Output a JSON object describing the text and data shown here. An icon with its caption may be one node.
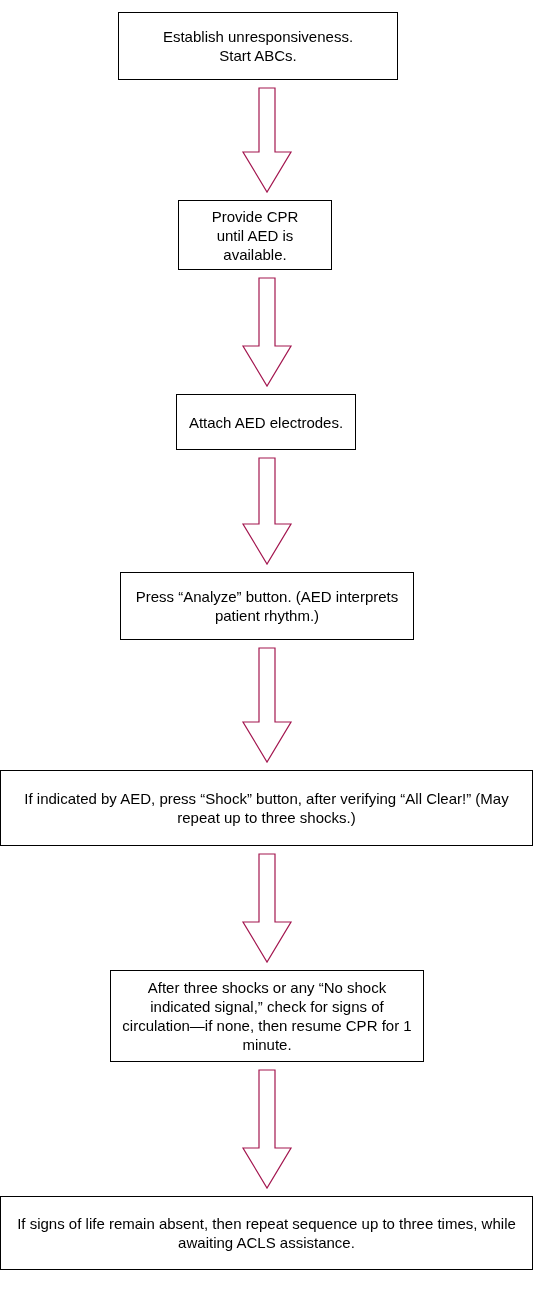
{
  "diagram": {
    "nodes": [
      {
        "text": [
          "Establish unresponsiveness. Start ABCs."
        ]
      },
      {
        "text": [
          "Provide CPR until AED is available."
        ]
      },
      {
        "text": [
          "Attach AED electrodes."
        ]
      },
      {
        "text": [
          "Press “Analyze” button. (AED interprets patient rhythm.)"
        ]
      },
      {
        "text": [
          "If indicated by AED, press “Shock” button, after verifying “All Clear!” (May repeat up to three shocks.)"
        ]
      },
      {
        "text": [
          "After three shocks or any “No shock indicated signal,” check for signs of circulation—if none, then resume CPR for 1 minute."
        ]
      },
      {
        "text": [
          "If signs of life remain absent, then repeat sequence up to three times, while awaiting ACLS assistance."
        ]
      }
    ],
    "edges": [
      {
        "from": 0,
        "to": 1,
        "arrow": "to"
      },
      {
        "from": 1,
        "to": 2,
        "arrow": "to"
      },
      {
        "from": 2,
        "to": 3,
        "arrow": "to"
      },
      {
        "from": 3,
        "to": 4,
        "arrow": "to"
      },
      {
        "from": 4,
        "to": 5,
        "arrow": "to"
      },
      {
        "from": 5,
        "to": 6,
        "arrow": "to"
      }
    ]
  }
}
